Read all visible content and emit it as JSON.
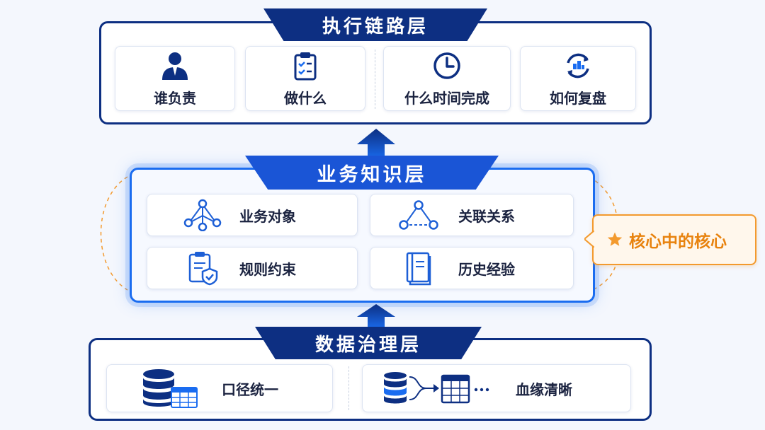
{
  "execution_layer": {
    "title": "执行链路层",
    "items": [
      {
        "label": "谁负责",
        "icon": "person-icon"
      },
      {
        "label": "做什么",
        "icon": "checklist-clipboard-icon"
      },
      {
        "label": "什么时间完成",
        "icon": "clock-icon"
      },
      {
        "label": "如何复盘",
        "icon": "review-cycle-icon"
      }
    ]
  },
  "knowledge_layer": {
    "title": "业务知识层",
    "items": [
      {
        "label": "业务对象",
        "icon": "object-graph-icon"
      },
      {
        "label": "关联关系",
        "icon": "relation-triangle-icon"
      },
      {
        "label": "规则约束",
        "icon": "rule-shield-icon"
      },
      {
        "label": "历史经验",
        "icon": "book-icon"
      }
    ],
    "callout": "核心中的核心"
  },
  "governance_layer": {
    "title": "数据治理层",
    "items": [
      {
        "label": "口径统一",
        "icon": "database-table-icon"
      },
      {
        "label": "血缘清晰",
        "icon": "lineage-flow-icon"
      }
    ]
  },
  "colors": {
    "navy": "#0d2f82",
    "accent_blue": "#1a6cf0",
    "icon_blue": "#1d5fd6",
    "callout_orange": "#f39a2e"
  }
}
